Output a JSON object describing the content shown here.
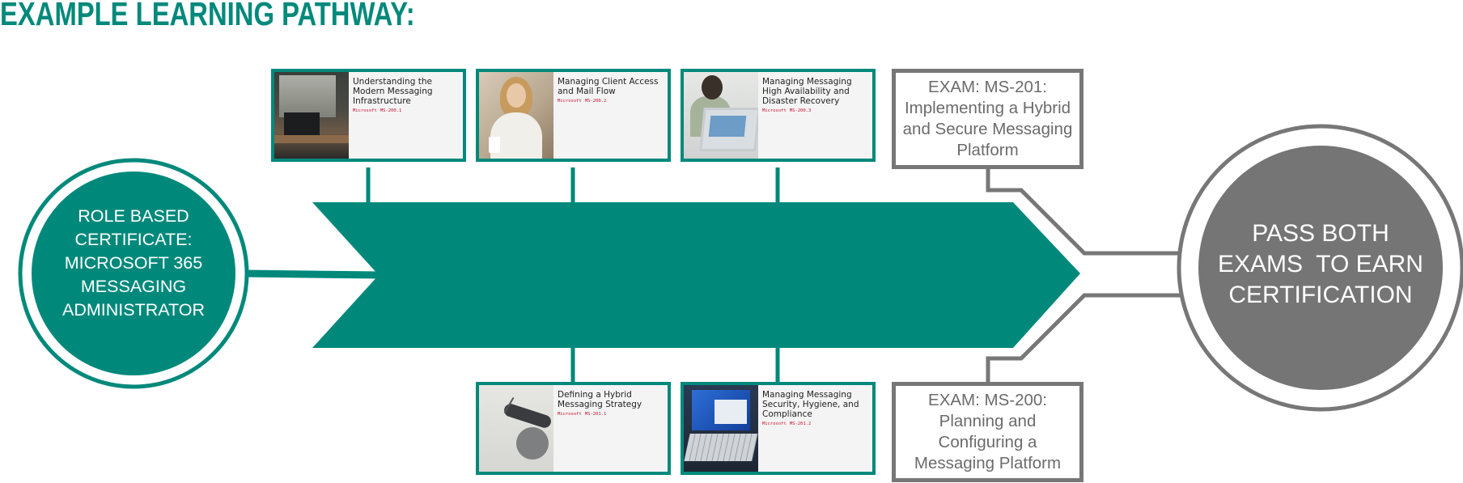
{
  "heading": "EXAMPLE LEARNING PATHWAY:",
  "colors": {
    "teal": "#00897b",
    "grey": "#777777",
    "code_red": "#c8102e"
  },
  "role": {
    "lines": [
      "ROLE BASED",
      "CERTIFICATE:",
      "MICROSOFT 365",
      "MESSAGING",
      "ADMINISTRATOR"
    ]
  },
  "pass": {
    "text": "PASS BOTH\nEXAMS  TO EARN\nCERTIFICATION"
  },
  "courses": [
    {
      "title": "Understanding the Modern Messaging Infrastructure",
      "brand": "Microsoft",
      "code": "MS-200.1"
    },
    {
      "title": "Managing Client Access and Mail Flow",
      "brand": "Microsoft",
      "code": "MS-200.2"
    },
    {
      "title": "Managing Messaging High Availability and Disaster Recovery",
      "brand": "Microsoft",
      "code": "MS-200.3"
    },
    {
      "title": "Defining a Hybrid Messaging Strategy",
      "brand": "Microsoft",
      "code": "MS-201.1"
    },
    {
      "title": "Managing Messaging Security, Hygiene, and Compliance",
      "brand": "Microsoft",
      "code": "MS-201.2"
    }
  ],
  "exams": [
    {
      "text": "EXAM: MS-201: Implementing a Hybrid and Secure Messaging Platform"
    },
    {
      "text": "EXAM: MS-200: Planning and Configuring a Messaging Platform"
    }
  ]
}
